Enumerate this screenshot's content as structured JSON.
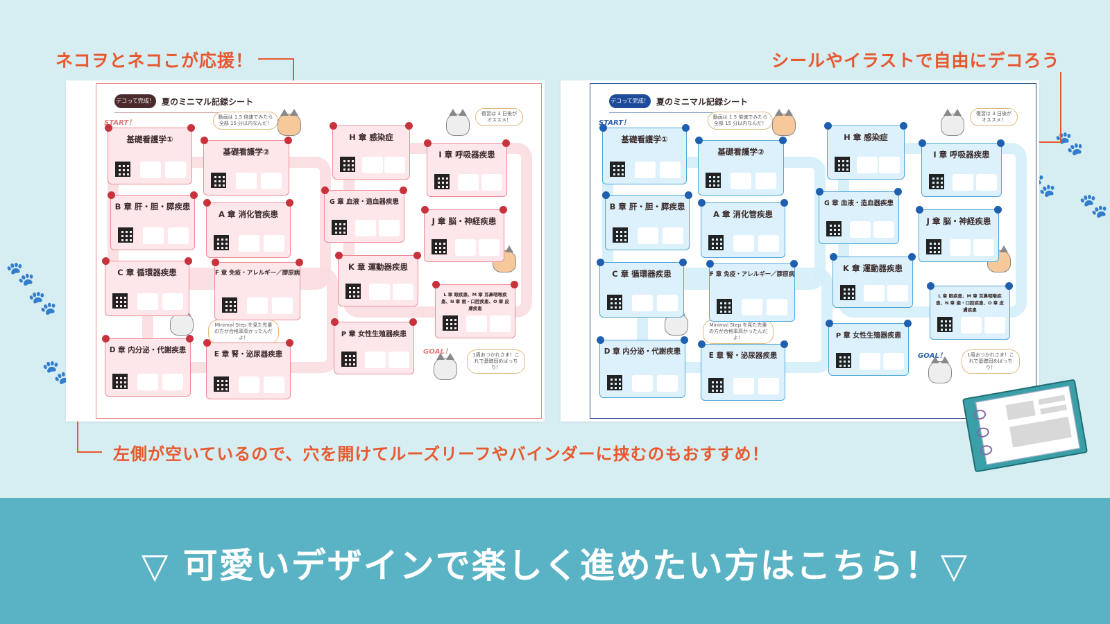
{
  "callouts": {
    "top_left": "ネコヲとネコこが応援！",
    "top_right": "シールやイラストで自由にデコろう",
    "bottom": "左側が空いているので、穴を開けてルーズリーフやバインダーに挟むのもおすすめ！"
  },
  "banner": {
    "text": "▽ 可愛いデザインで楽しく進めたい方はこちら！▽"
  },
  "sheet": {
    "badge": "デコって完成！",
    "title": "夏のミニマル記録シート",
    "start": "START！",
    "goal": "GOAL！",
    "bubble_top": "動画は 1.5 倍速でみたら全部 15 分以内なんだ！",
    "bubble_right": "復習は 3 日後がオススメ！",
    "bubble_mid": "Minimal Step を見た先輩の方が合格率高かったんだよ！",
    "bubble_goal": "1周おつかれさま！これで基礎固めばっちり！",
    "cards": [
      "基礎看護学①",
      "基礎看護学②",
      "B 章 肝・胆・膵疾患",
      "A 章 消化管疾患",
      "C 章 循環器疾患",
      "F 章 免疫・アレルギー／膠原病",
      "D 章 内分泌・代謝疾患",
      "E 章 腎・泌尿器疾患",
      "H 章 感染症",
      "I 章 呼吸器疾患",
      "G 章 血液・造血器疾患",
      "J 章 脳・神経疾患",
      "K 章 運動器疾患",
      "L 章 眼疾患、M 章 耳鼻咽喉疾患、N 章 歯・口腔疾患、O 章 皮膚疾患",
      "P 章 女性生殖器疾患"
    ]
  },
  "colors": {
    "accent": "#e8582f",
    "band": "#5ab3c4",
    "background": "#d6edf1"
  }
}
